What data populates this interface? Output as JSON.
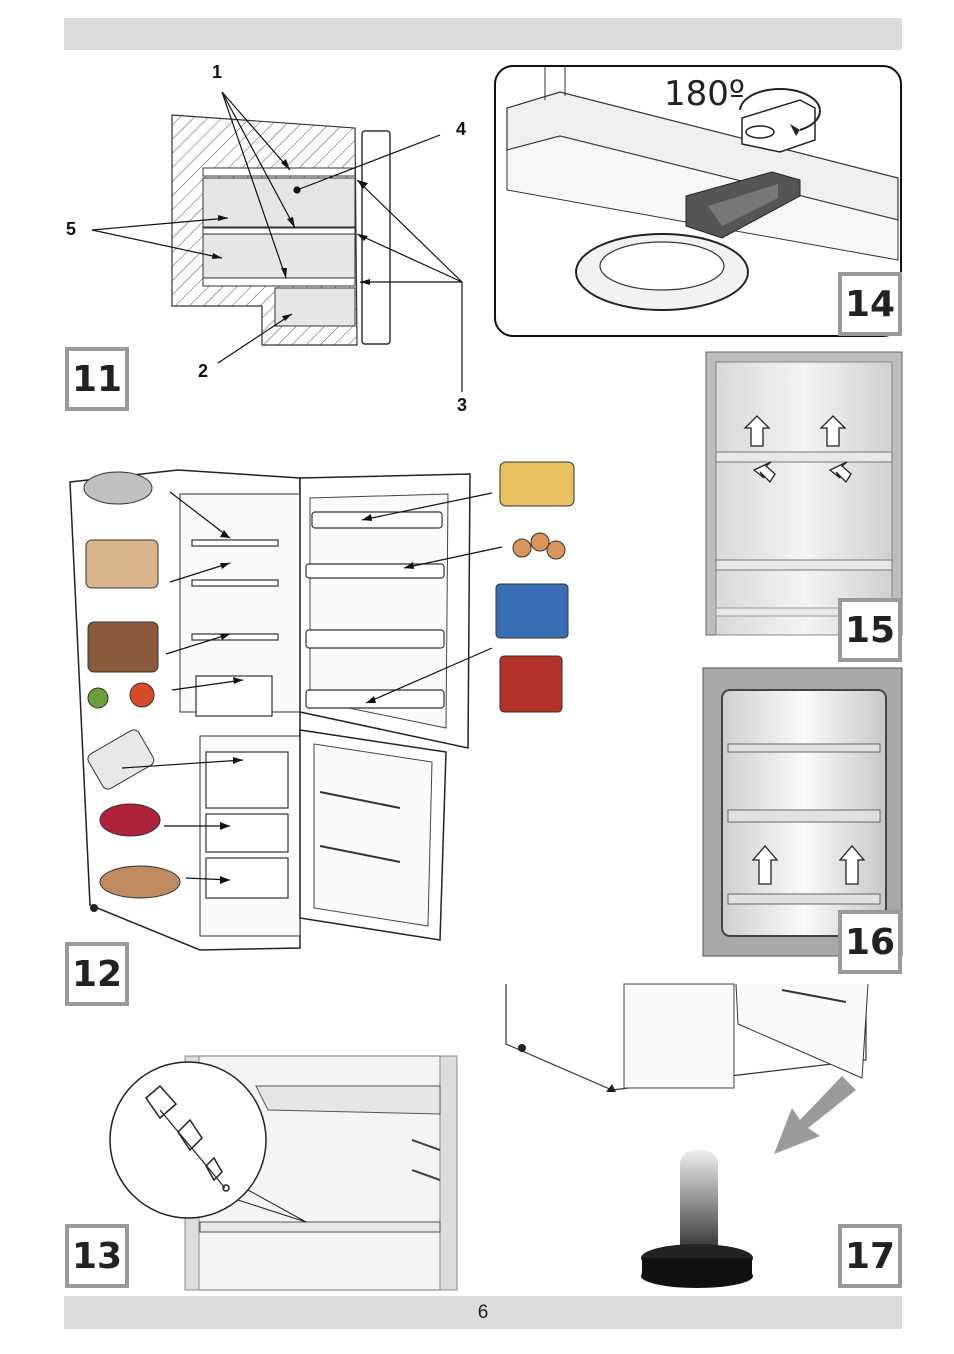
{
  "page_number": "6",
  "figures": {
    "fig11": {
      "number": "11",
      "callouts": [
        "1",
        "2",
        "3",
        "4",
        "5"
      ]
    },
    "fig12": {
      "number": "12"
    },
    "fig13": {
      "number": "13"
    },
    "fig14": {
      "number": "14",
      "rotation_label": "180º"
    },
    "fig15": {
      "number": "15"
    },
    "fig16": {
      "number": "16"
    },
    "fig17": {
      "number": "17"
    }
  }
}
